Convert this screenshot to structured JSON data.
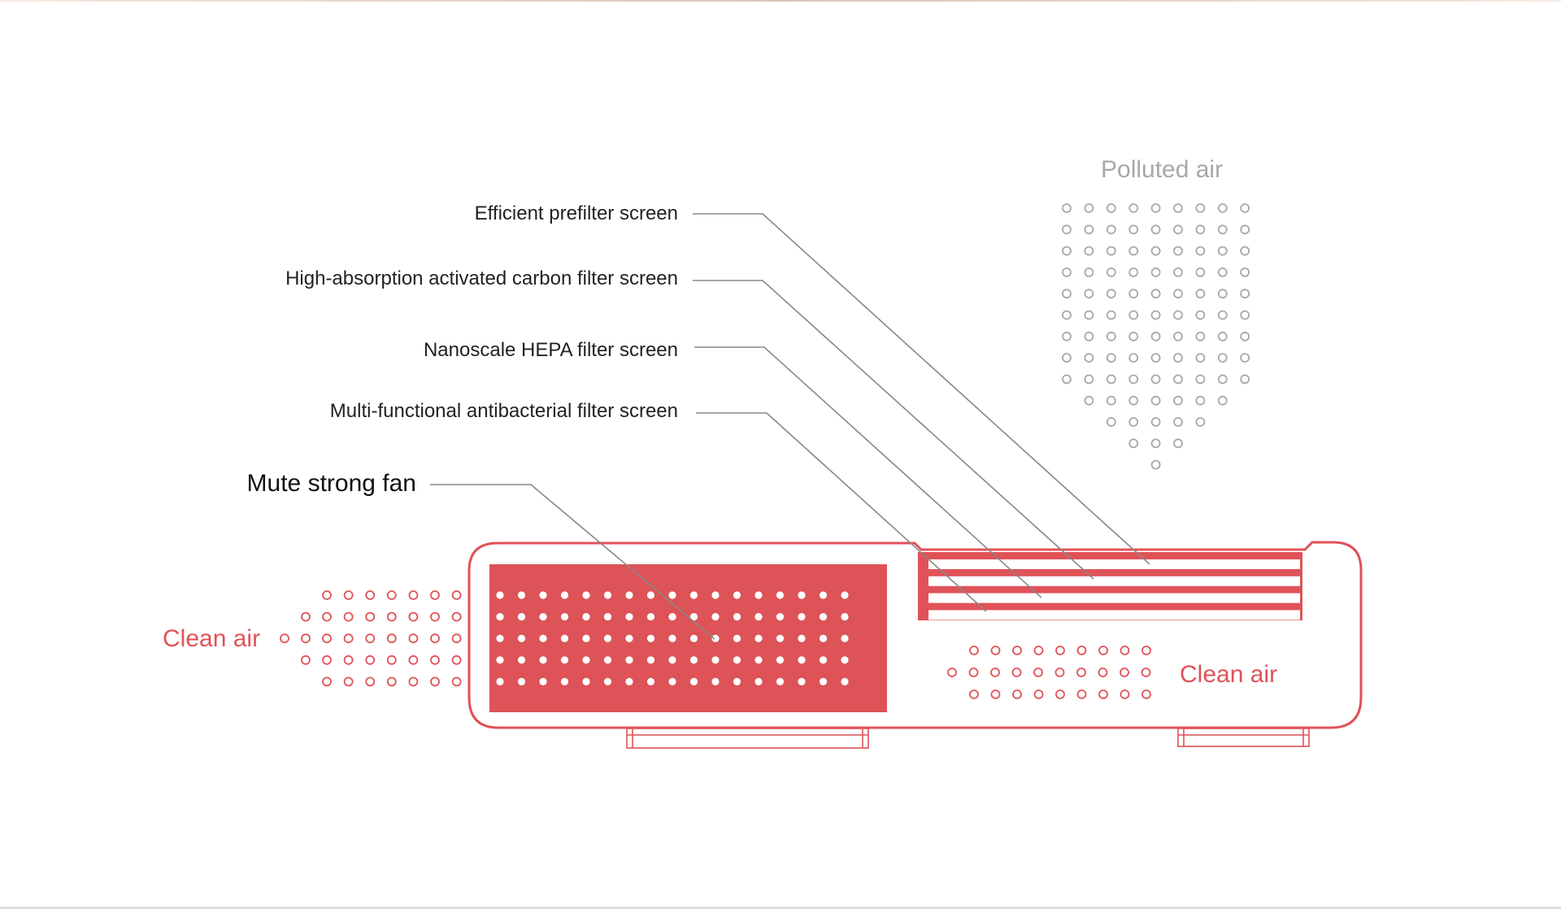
{
  "labels": {
    "prefilter": "Efficient prefilter screen",
    "carbon": "High-absorption activated carbon filter screen",
    "hepa": "Nanoscale HEPA filter screen",
    "antibacterial": "Multi-functional antibacterial filter screen",
    "fan": "Mute strong fan",
    "polluted_air": "Polluted air",
    "clean_air_left": "Clean air",
    "clean_air_right": "Clean air"
  },
  "colors": {
    "accent_red": "#e05258",
    "polluted_gray": "#a8a8a8",
    "leader_line": "#888888",
    "text": "#222222"
  },
  "filter_layer_count": 4
}
